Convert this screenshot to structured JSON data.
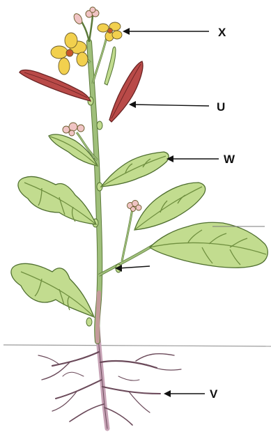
{
  "labels": {
    "x": "X",
    "u": "U",
    "w": "W",
    "v": "V"
  },
  "colors": {
    "background": "#ffffff",
    "stem": "#9fbf7a",
    "stem_outline": "#5c7a3a",
    "stem_base": "#c49a9a",
    "leaf_fill": "#c2dc8f",
    "leaf_outline": "#4f6f2f",
    "leaf_vein": "#6f8f3f",
    "root": "#c7a3b6",
    "root_outline": "#6b4a5a",
    "soil_line": "#9a9a9a",
    "flower_yellow": "#f2d04e",
    "flower_center": "#c9542c",
    "bud_pink": "#f0c4c4",
    "pod_fill": "#b94a48",
    "pod_outline": "#6a2323",
    "arrow": "#111111"
  }
}
